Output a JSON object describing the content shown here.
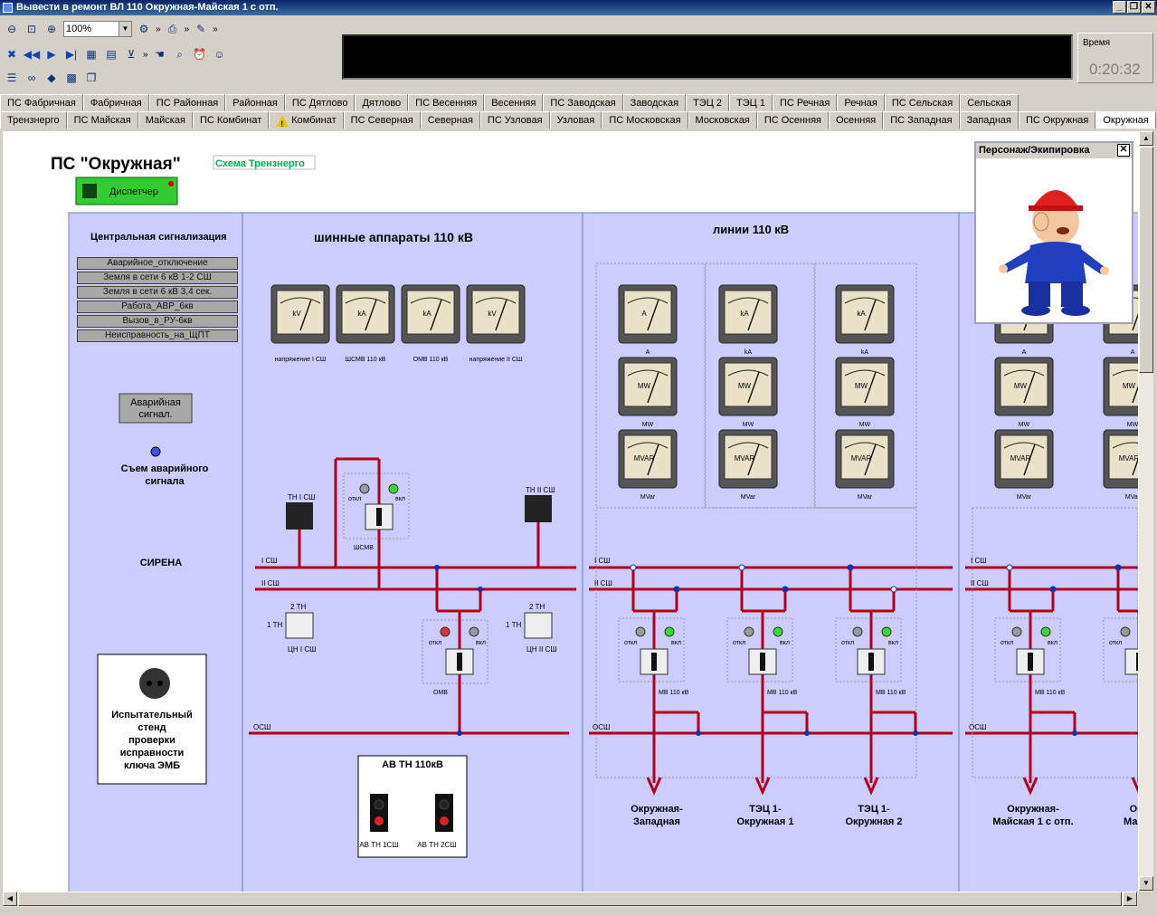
{
  "window": {
    "title": "Вывести в ремонт ВЛ 110 Окружная-Майская 1 с отп."
  },
  "toolbar": {
    "zoom": "100%"
  },
  "time": {
    "label": "Время",
    "value": "0:20:32"
  },
  "tabs_row1": [
    "ПС Фабричная",
    "Фабричная",
    "ПС Районная",
    "Районная",
    "ПС Дятлово",
    "Дятлово",
    "ПС Весенняя",
    "Весенняя",
    "ПС Заводская",
    "Заводская",
    "ТЭЦ 2",
    "ТЭЦ 1",
    "ПС Речная",
    "Речная",
    "ПС Сельская",
    "Сельская"
  ],
  "tabs_row2": [
    "Трензнерго",
    "ПС Майская",
    "Майская",
    "ПС Комбинат",
    "Комбинат",
    "ПС Северная",
    "Северная",
    "ПС Узловая",
    "Узловая",
    "ПС Московская",
    "Московская",
    "ПС Осенняя",
    "Осенняя",
    "ПС Западная",
    "Западная",
    "ПС Окружная",
    "Окружная"
  ],
  "active_tab": "Окружная",
  "scheme": {
    "title": "ПС \"Окружная\"",
    "link": "Схема Трензнерго",
    "dispatcher": "Диспетчер",
    "central_signal_title": "Центральная сигнализация",
    "signals": [
      "Аварийное_отключение",
      "Земля  в  сети 6 кВ 1-2 СШ",
      "Земля  в  сети 6 кВ 3,4 сек.",
      "Работа_АВР_6кв",
      "Вызов_в_РУ-6кв",
      "Неисправность_на_ЩПТ"
    ],
    "alarm_button": "Аварийная сигнал.",
    "alarm_reset": "Съем аварийного сигнала",
    "siren": "СИРЕНА",
    "stand": "Испытательный стенд проверки исправности ключа ЭМБ",
    "bus_title": "шинные аппараты 110 кВ",
    "lines_title": "линии 110 кВ",
    "bus_meters": [
      {
        "unit": "kV",
        "label": "напряжение I СШ"
      },
      {
        "unit": "kA",
        "label": "ШСМВ 110 кВ"
      },
      {
        "unit": "kA",
        "label": "ОМВ 110 кВ"
      },
      {
        "unit": "kV",
        "label": "напряжение II СШ"
      }
    ],
    "line_meter_rows": [
      {
        "unit": "A",
        "label": "A"
      },
      {
        "unit": "MW",
        "label": "MW"
      },
      {
        "unit": "MVAR",
        "label": "MVar"
      }
    ],
    "line_meter_units_c2": [
      "kA",
      "MW",
      "MVAR"
    ],
    "line_meter_labels_c2": [
      "kA",
      "MW",
      "MVar"
    ],
    "busbars": {
      "b1": "I СШ",
      "b2": "II СШ",
      "ob": "ОСШ"
    },
    "tn1": "ТН I СШ",
    "tn2": "ТН II СШ",
    "shsmv": "ШСМВ",
    "omv": "ОМВ",
    "cn1": "ЦН I СШ",
    "cn2": "ЦН II СШ",
    "th2": "2 ТН",
    "th1": "1 ТН",
    "off": "откл",
    "on": "вкл",
    "mv": "МВ 110 кВ",
    "av_title": "АВ ТН 110кВ",
    "av1": "АВ ТН 1СШ",
    "av2": "АВ ТН 2СШ",
    "lines": [
      "Окружная- Западная",
      "ТЭЦ 1- Окружная  1",
      "ТЭЦ 1- Окружная 2",
      "Окружная- Майская 1 с отп.",
      "Окру Майска"
    ]
  },
  "character": {
    "title": "Персонаж/Экипировка"
  },
  "colors": {
    "panel": "#ccccff",
    "line": "#b3001b",
    "accent": "#00b050"
  }
}
